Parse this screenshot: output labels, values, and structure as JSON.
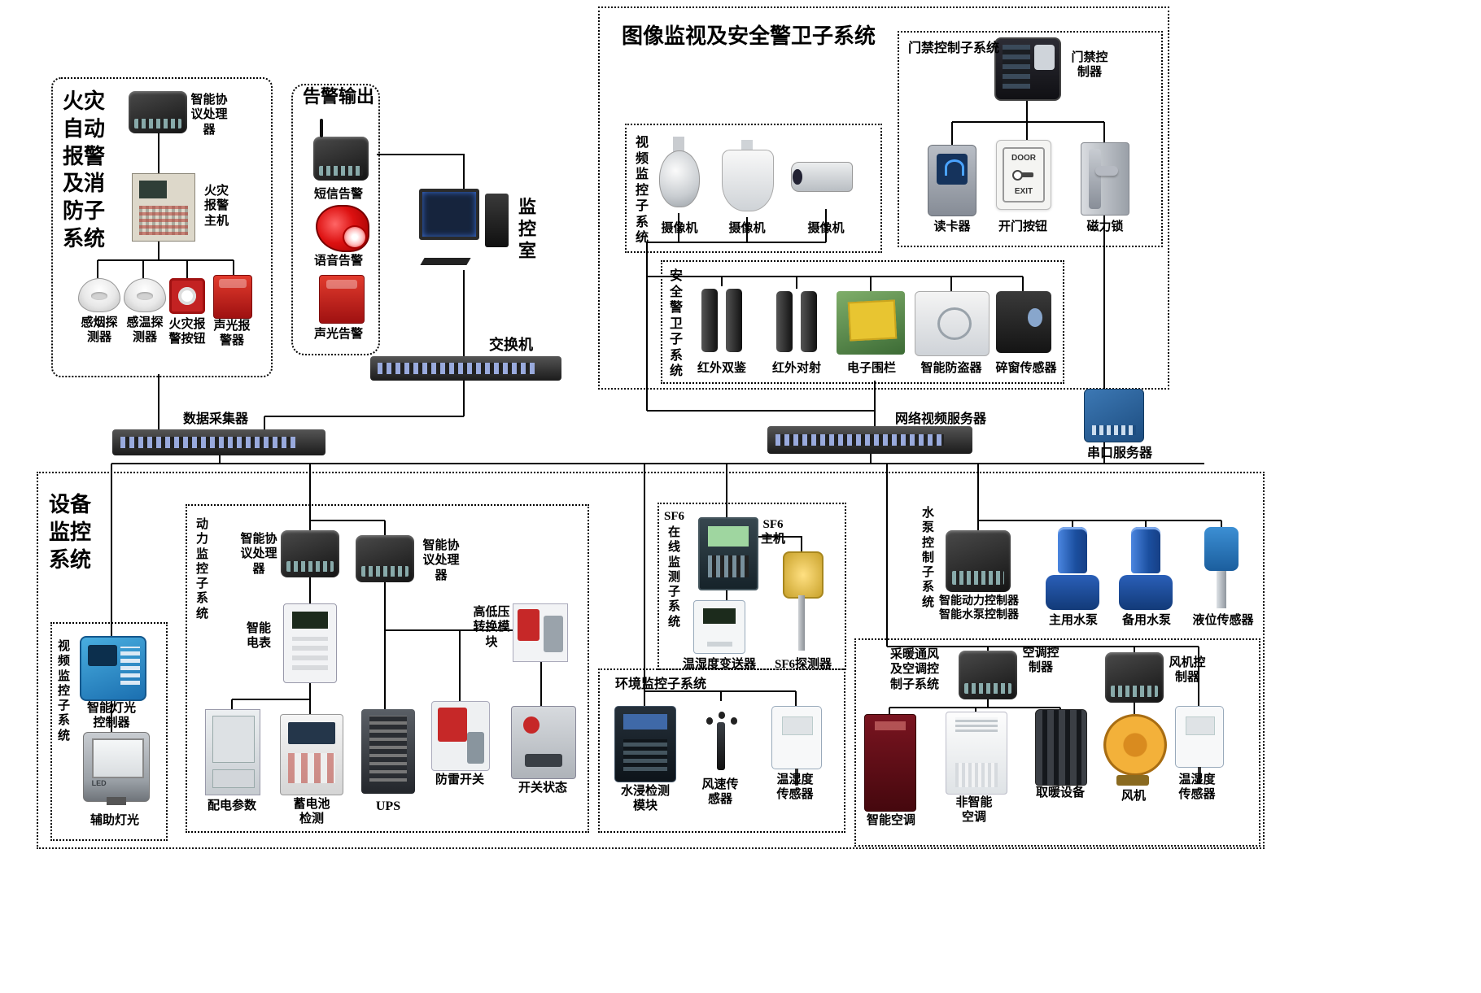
{
  "fire_system": {
    "title": "火灾自动报警及消防子系统",
    "protocol_processor": "智能协议处理器",
    "alarm_host": "火灾报警主机",
    "smoke_detector": "感烟探测器",
    "heat_detector": "感温探测器",
    "alarm_button": "火灾报警按钮",
    "sound_light_alarm": "声光报警器"
  },
  "alarm_output": {
    "title": "告警输出",
    "sms_alarm": "短信告警",
    "voice_alarm": "语音告警",
    "sound_light_alarm": "声光告警"
  },
  "control_room": {
    "title": "监控室"
  },
  "network": {
    "switch": "交换机",
    "data_collector": "数据采集器",
    "video_server": "网络视频服务器",
    "serial_server": "串口服务器"
  },
  "surveillance": {
    "title": "图像监视及安全警卫子系统",
    "video": {
      "title": "视频监控子系统",
      "camera1": "摄像机",
      "camera2": "摄像机",
      "camera3": "摄像机"
    },
    "access": {
      "title": "门禁控制子系统",
      "controller": "门禁控制器",
      "card_reader": "读卡器",
      "door_button": "开门按钮",
      "door_face_line1": "DOOR",
      "door_face_line2": "EXIT",
      "magnetic_lock": "磁力锁"
    },
    "security": {
      "title": "安全警卫子系统",
      "ir_dual": "红外双鉴",
      "ir_beam": "红外对射",
      "electronic_fence": "电子围栏",
      "anti_theft": "智能防盗器",
      "window_sensor": "碎窗传感器"
    }
  },
  "equipment": {
    "title": "设备监控系统",
    "lighting": {
      "title": "视频监控子系统",
      "light_controller": "智能灯光控制器",
      "led_text": "LED",
      "aux_light": "辅助灯光"
    },
    "power": {
      "title": "动力监控子系统",
      "protocol_processor_1": "智能协议处理器",
      "protocol_processor_2": "智能协议处理器",
      "smart_meter": "智能电表",
      "hv_lv_module": "高低压转换模块",
      "distribution_params": "配电参数",
      "battery_check": "蓄电池检测",
      "ups": "UPS",
      "lightning_switch": "防雷开关",
      "switch_status": "开关状态"
    },
    "sf6": {
      "title_prefix": "SF6",
      "title_rest": "在线监测子系统",
      "host": "SF6主机",
      "th_transmitter": "温湿度变送器",
      "detector": "SF6探测器"
    },
    "environment": {
      "title": "环境监控子系统",
      "water_module": "水浸检测模块",
      "wind_sensor": "风速传感器",
      "th_sensor": "温湿度传感器"
    },
    "pump": {
      "title": "水泵控制子系统",
      "controller_line1": "智能动力控制器",
      "controller_line2": "智能水泵控制器",
      "main_pump": "主用水泵",
      "backup_pump": "备用水泵",
      "level_sensor": "液位传感器"
    },
    "hvac": {
      "title": "采暖通风及空调控制子系统",
      "ac_controller": "空调控制器",
      "fan_controller": "风机控制器",
      "smart_ac": "智能空调",
      "non_smart_ac": "非智能空调",
      "heater": "取暖设备",
      "fan": "风机",
      "th_sensor": "温湿度传感器"
    }
  }
}
